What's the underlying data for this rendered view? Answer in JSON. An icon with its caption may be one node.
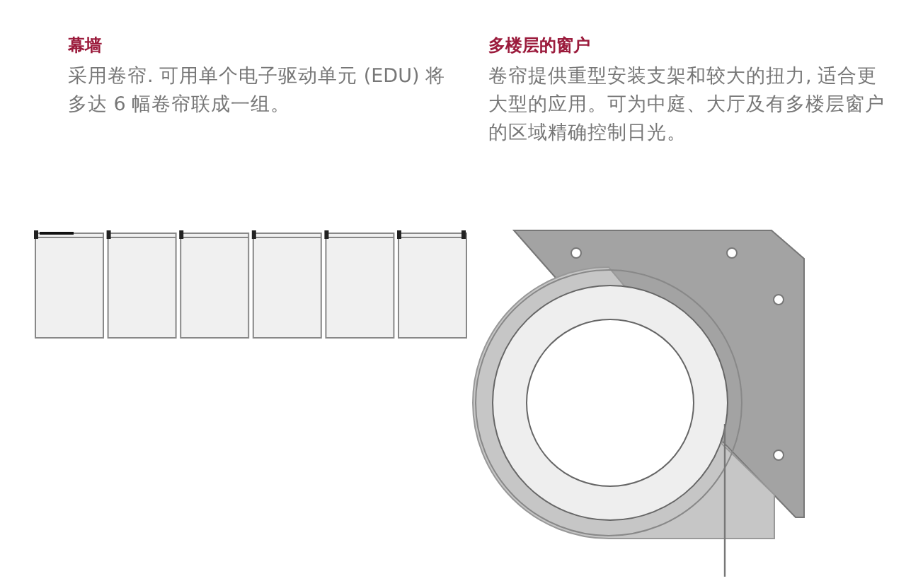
{
  "diagram": {
    "labels": [
      "幕墙",
      "采用卷帘. 可用单个电子驱动单元 (EDU) 将多达 6 幅卷帘联成一组。",
      "多楼层的窗户",
      "卷帘提供重型安装支架和较大的扭力, 适合更大型的应用。可为中庭、大厅及有多楼层窗户的区域精确控制日光。"
    ]
  }
}
